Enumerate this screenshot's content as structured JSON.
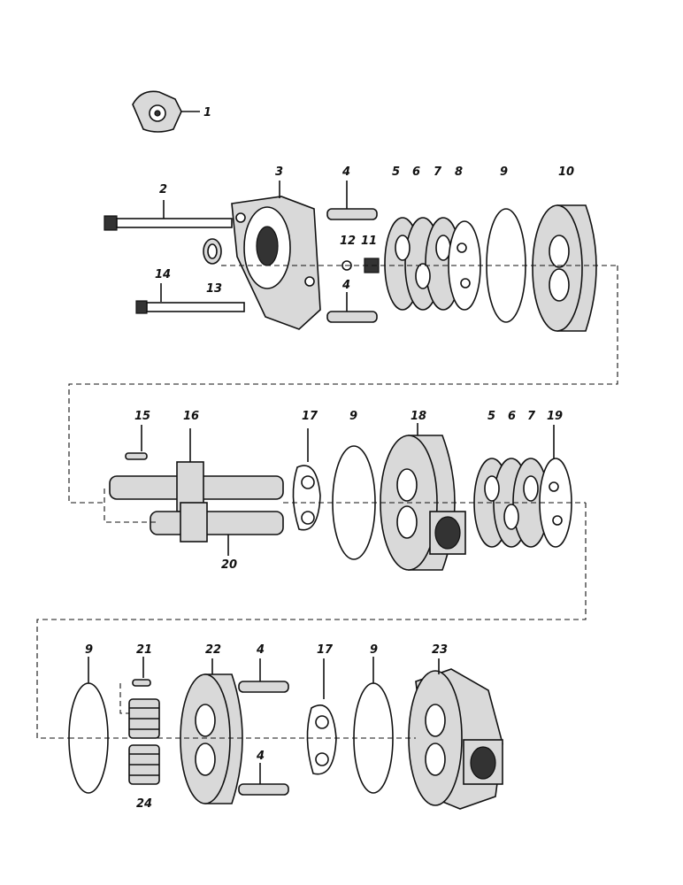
{
  "labels": {
    "l1": "1",
    "l2": "2",
    "l3": "3",
    "l4a": "4",
    "l5a": "5",
    "l6a": "6",
    "l7a": "7",
    "l8": "8",
    "l9a": "9",
    "l10": "10",
    "l11": "11",
    "l12": "12",
    "l13": "13",
    "l14": "14",
    "l4b": "4",
    "l15": "15",
    "l16": "16",
    "l17a": "17",
    "l9b": "9",
    "l18": "18",
    "l5b": "5",
    "l6b": "6",
    "l7b": "7",
    "l19": "19",
    "l20": "20",
    "l9c": "9",
    "l21": "21",
    "l22": "22",
    "l4c": "4",
    "l17b": "17",
    "l9d": "9",
    "l23": "23",
    "l4d": "4",
    "l24": "24"
  }
}
